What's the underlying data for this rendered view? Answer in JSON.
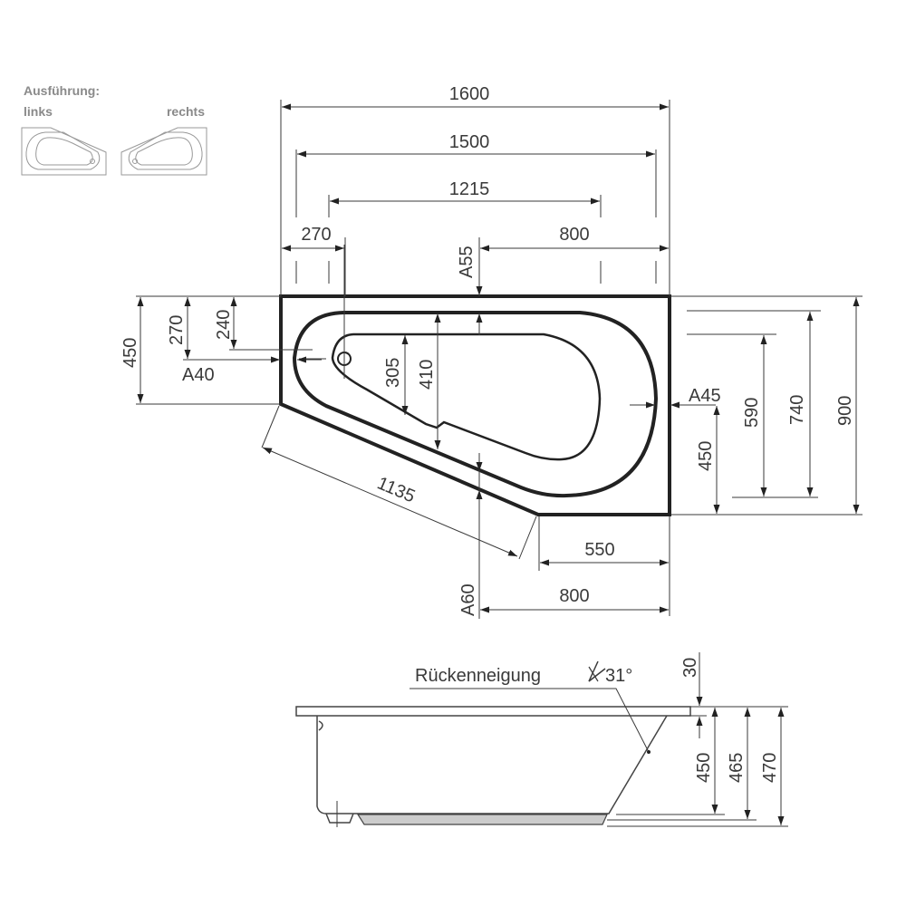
{
  "variants": {
    "heading": "Ausführung:",
    "left_label": "links",
    "right_label": "rechts"
  },
  "top_view": {
    "dims": {
      "width_total": "1600",
      "width_1500": "1500",
      "width_1215": "1215",
      "left_270": "270",
      "right_800": "800",
      "a55": "A55",
      "left_450": "450",
      "left_270_v": "270",
      "left_240": "240",
      "a40": "A40",
      "inner_305": "305",
      "inner_410": "410",
      "a45": "A45",
      "right_450": "450",
      "right_590": "590",
      "right_740": "740",
      "right_900": "900",
      "diag_1135": "1135",
      "bottom_550": "550",
      "bottom_800": "800",
      "a60": "A60"
    }
  },
  "side_view": {
    "backrest_label": "Rückenneigung",
    "backrest_angle": "31°",
    "dims": {
      "rim_30": "30",
      "h_450": "450",
      "h_465": "465",
      "h_470": "470"
    }
  }
}
